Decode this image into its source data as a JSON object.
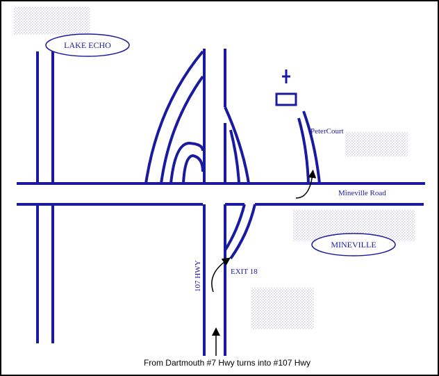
{
  "map": {
    "labels": {
      "lake_echo": "LAKE ECHO",
      "mineville": "MINEVILLE",
      "peter_court": "PeterCourt",
      "mineville_road": "Mineville Road",
      "exit_18": "EXIT 18",
      "hwy_107": "107 HWY",
      "directions": "From Dartmouth #7 Hwy turns into #107 Hwy"
    },
    "colors": {
      "road": "#1a1aa0",
      "text": "#1a1aa0",
      "caption": "#000000",
      "arrow": "#000000",
      "dither": "#cfcfe4"
    },
    "icons": {
      "church": "church-icon",
      "direction_arrow": "arrow-icon"
    }
  }
}
